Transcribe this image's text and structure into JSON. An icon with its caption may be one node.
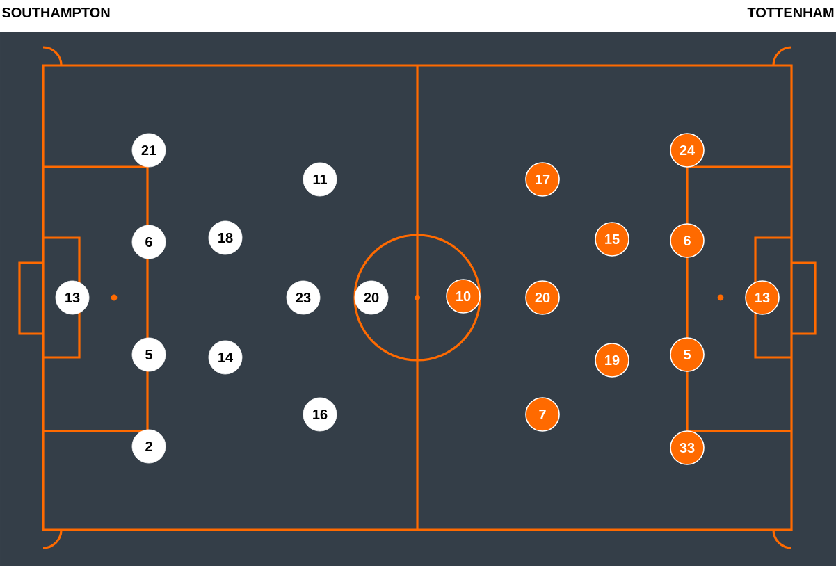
{
  "diagram": {
    "nodes": [
      {
        "text": [
          "13"
        ]
      },
      {
        "text": [
          "21"
        ]
      },
      {
        "text": [
          "6"
        ]
      },
      {
        "text": [
          "5"
        ]
      },
      {
        "text": [
          "2"
        ]
      },
      {
        "text": [
          "18"
        ]
      },
      {
        "text": [
          "14"
        ]
      },
      {
        "text": [
          "11"
        ]
      },
      {
        "text": [
          "23"
        ]
      },
      {
        "text": [
          "16"
        ]
      },
      {
        "text": [
          "20"
        ]
      },
      {
        "text": [
          "10"
        ]
      },
      {
        "text": [
          "17"
        ]
      },
      {
        "text": [
          "20"
        ]
      },
      {
        "text": [
          "7"
        ]
      },
      {
        "text": [
          "15"
        ]
      },
      {
        "text": [
          "19"
        ]
      },
      {
        "text": [
          "24"
        ]
      },
      {
        "text": [
          "6"
        ]
      },
      {
        "text": [
          "5"
        ]
      },
      {
        "text": [
          "33"
        ]
      },
      {
        "text": [
          "13"
        ]
      }
    ],
    "labels": [
      "SOUTHAMPTON",
      "TOTTENHAM"
    ]
  }
}
